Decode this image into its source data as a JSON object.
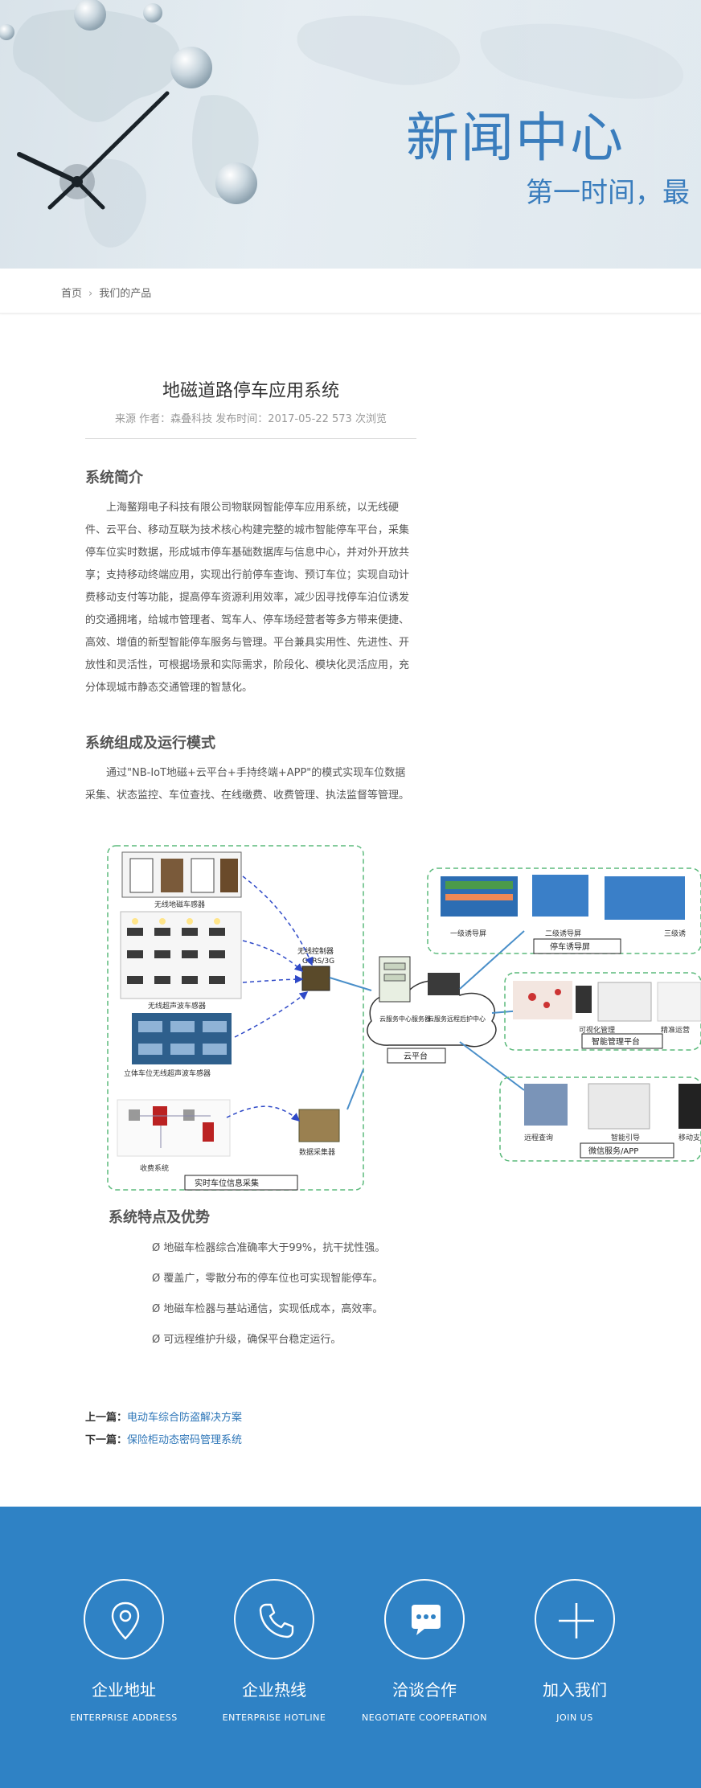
{
  "banner": {
    "title": "新闻中心",
    "subtitle": "第一时间，最"
  },
  "breadcrumb": {
    "home": "首页",
    "separator": "›",
    "current": "我们的产品"
  },
  "article": {
    "title": "地磁道路停车应用系统",
    "meta": "来源 作者：森叠科技 发布时间：2017-05-22 573 次浏览",
    "sections": [
      {
        "heading": "系统简介",
        "text": "上海鳌翔电子科技有限公司物联网智能停车应用系统，以无线硬件、云平台、移动互联为技术核心构建完整的城市智能停车平台，采集停车位实时数据，形成城市停车基础数据库与信息中心，并对外开放共享；支持移动终端应用，实现出行前停车查询、预订车位；实现自动计费移动支付等功能，提高停车资源利用效率，减少因寻找停车泊位诱发的交通拥堵，给城市管理者、驾车人、停车场经营者等多方带来便捷、高效、增值的新型智能停车服务与管理。平台兼具实用性、先进性、开放性和灵活性，可根据场景和实际需求，阶段化、模块化灵活应用，充分体现城市静态交通管理的智慧化。"
      },
      {
        "heading": "系统组成及运行模式",
        "text": "通过\"NB-IoT地磁+云平台+手持终端+APP\"的模式实现车位数据采集、状态监控、车位查找、在线缴费、收费管理、执法监督等管理。"
      },
      {
        "heading": "系统特点及优势"
      }
    ],
    "features": [
      "Ø 地磁车检器综合准确率大于99%，抗干扰性强。",
      "Ø 覆盖广，零散分布的停车位也可实现智能停车。",
      "Ø 地磁车检器与基站通信，实现低成本，高效率。",
      "Ø 可远程维护升级，确保平台稳定运行。"
    ],
    "prev_label": "上一篇：",
    "prev_title": "电动车综合防盗解决方案",
    "next_label": "下一篇：",
    "next_title": "保险柜动态密码管理系统"
  },
  "diagram": {
    "labels": {
      "wireless_geomagnetic": "无线地磁车感器",
      "wireless_ultrasonic": "无线超声波车感器",
      "stereo_parking": "立体车位无线超声波车感器",
      "charging_system": "收费系统",
      "wireless_controller": "无线控制器",
      "gprs": "GPRS/3G",
      "data_collector": "数据采集器",
      "realtime_collection": "实时车位信息采集",
      "cloud_service_center": "云服务中心服务器",
      "cloud_maintenance": "云服务远程后护中心",
      "cloud_platform": "云平台",
      "guide_1": "一级诱导屏",
      "guide_2": "二级诱导屏",
      "guide_3": "三级诱",
      "parking_guidance": "停车诱导屏",
      "visual_manage": "可视化管理",
      "precise_stats": "精准运营",
      "smart_platform": "智能管理平台",
      "remote_query": "远程查询",
      "smart_guide": "智能引导",
      "mobile_pay": "移动支",
      "wechat_app": "微信服务/APP"
    }
  },
  "footer": {
    "items": [
      {
        "name": "企业地址",
        "en": "ENTERPRISE ADDRESS",
        "icon": "location-pin-icon"
      },
      {
        "name": "企业热线",
        "en": "ENTERPRISE HOTLINE",
        "icon": "phone-icon"
      },
      {
        "name": "洽谈合作",
        "en": "NEGOTIATE COOPERATION",
        "icon": "chat-bubble-icon"
      },
      {
        "name": "加入我们",
        "en": "JOIN US",
        "icon": "plus-icon"
      }
    ],
    "colors": {
      "background": "#2f82c5",
      "accent": "#ffffff"
    }
  }
}
